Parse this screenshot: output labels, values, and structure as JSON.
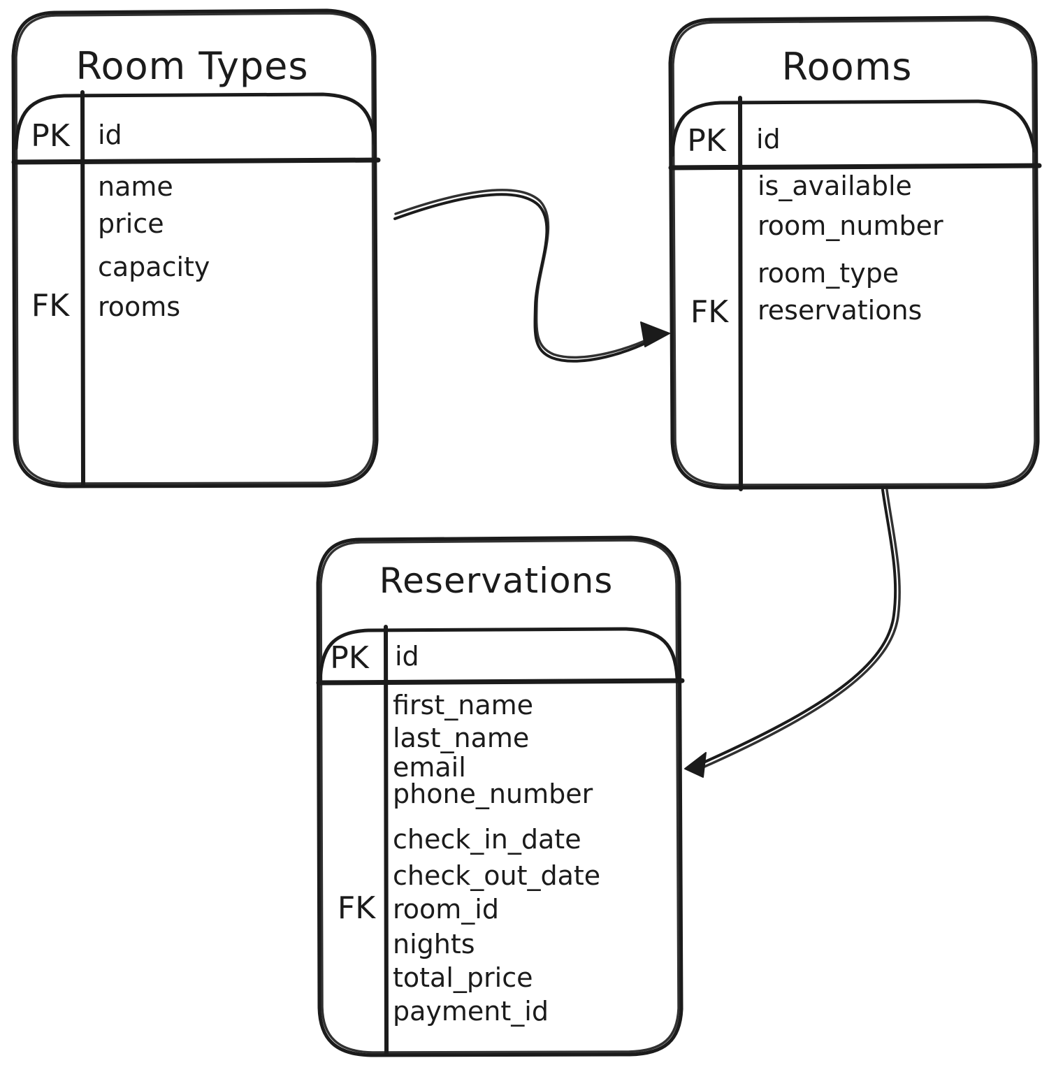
{
  "tables": [
    {
      "title": "Room Types",
      "pk_label": "PK",
      "pk_field": "id",
      "fk_label": "FK",
      "fk_field": "rooms",
      "fields": [
        "name",
        "price",
        "capacity",
        "rooms"
      ]
    },
    {
      "title": "Rooms",
      "pk_label": "PK",
      "pk_field": "id",
      "fk_label": "FK",
      "fk_field": "reservations",
      "fields": [
        "is_available",
        "room_number",
        "room_type",
        "reservations"
      ]
    },
    {
      "title": "Reservations",
      "pk_label": "PK",
      "pk_field": "id",
      "fk_label": "FK",
      "fk_field": "room_id",
      "fields": [
        "first_name",
        "last_name",
        "email",
        "phone_number",
        "check_in_date",
        "check_out_date",
        "room_id",
        "nights",
        "total_price",
        "payment_id"
      ]
    }
  ],
  "relationships": [
    {
      "from": "Room Types",
      "to": "Rooms"
    },
    {
      "from": "Rooms",
      "to": "Reservations"
    }
  ],
  "colors": {
    "ink": "#1b1b1b",
    "background": "#ffffff"
  }
}
